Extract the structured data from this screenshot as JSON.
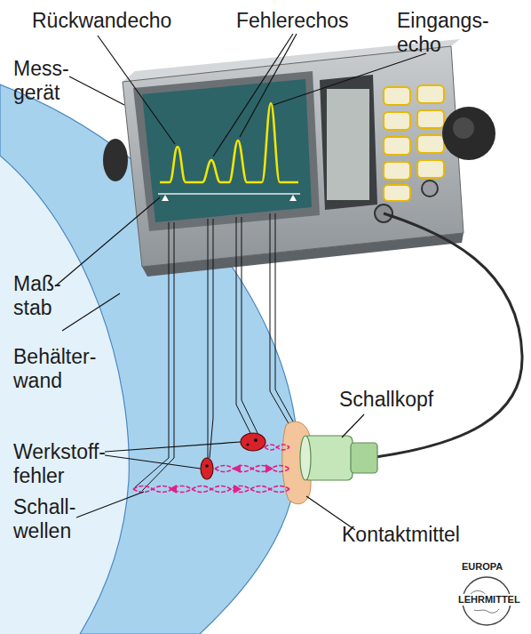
{
  "diagram": {
    "labels": [
      "Rückwandecho",
      "Fehlerechos",
      "Eingangs- echo",
      "Mess- gerät",
      "Maß- stab",
      "Behälter- wand",
      "Schallkopf",
      "Werkstoff- fehler",
      "Schall- wellen",
      "Kontaktmittel",
      "EUROPA",
      "LEHRMITTEL"
    ]
  }
}
